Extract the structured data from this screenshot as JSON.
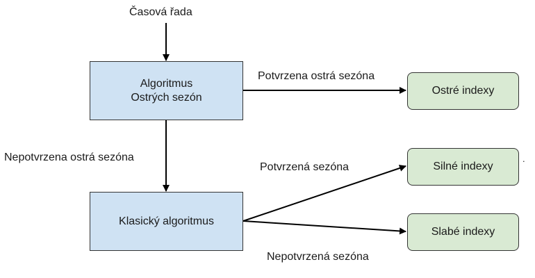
{
  "input": {
    "label": "Časová řada"
  },
  "nodes": {
    "sharp_algorithm": {
      "line1": "Algoritmus",
      "line2": "Ostrých sezón"
    },
    "classic_algorithm": {
      "label": "Klasický algoritmus"
    },
    "sharp_indexes": {
      "label": "Ostré indexy"
    },
    "strong_indexes": {
      "label": "Silné indexy"
    },
    "weak_indexes": {
      "label": "Slabé indexy"
    }
  },
  "edges": {
    "confirmed_sharp": "Potvrzena ostrá sezóna",
    "unconfirmed_sharp": "Nepotvrzena ostrá sezóna",
    "confirmed_season": "Potvrzená sezóna",
    "unconfirmed_season": "Nepotvrzená sezóna"
  },
  "colors": {
    "process_fill": "#cfe2f3",
    "output_fill": "#d9ead3",
    "stroke": "#333333"
  }
}
